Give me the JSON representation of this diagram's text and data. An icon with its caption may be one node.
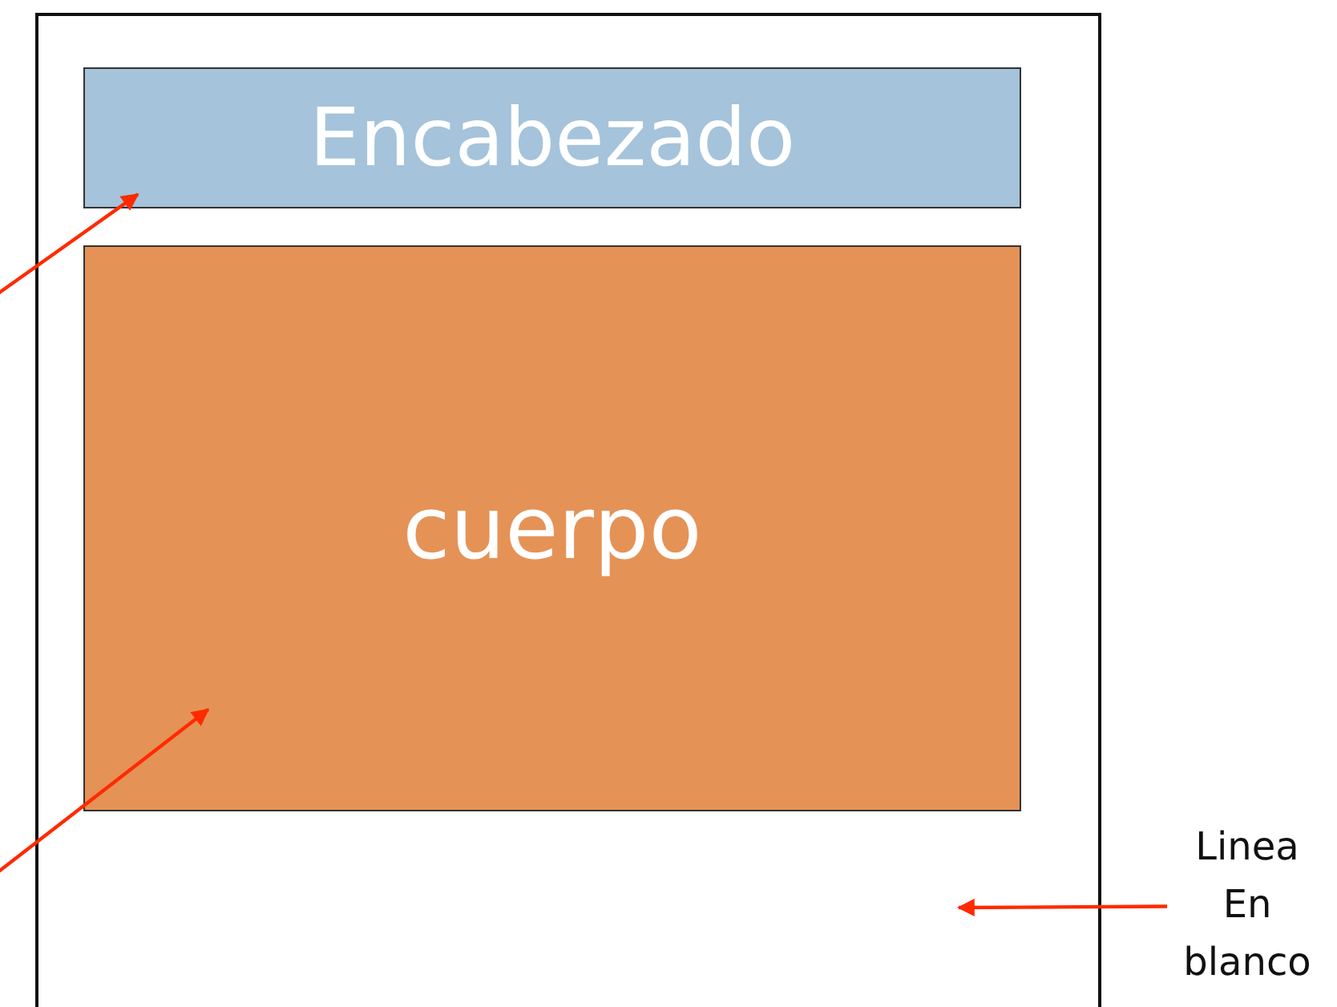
{
  "diagram": {
    "nodes": [
      {
        "text": [],
        "shape": "box"
      },
      {
        "text": [
          "Encabezado"
        ],
        "in": 0
      },
      {
        "text": [
          "cuerpo"
        ],
        "in": 0
      },
      {
        "text": [
          "Linea En blanco"
        ]
      }
    ],
    "edges": [
      {
        "from": null,
        "to": 1,
        "arrow": "to"
      },
      {
        "from": null,
        "to": 2,
        "arrow": "to"
      },
      {
        "from": 3,
        "to": null,
        "arrow": "to"
      }
    ]
  }
}
